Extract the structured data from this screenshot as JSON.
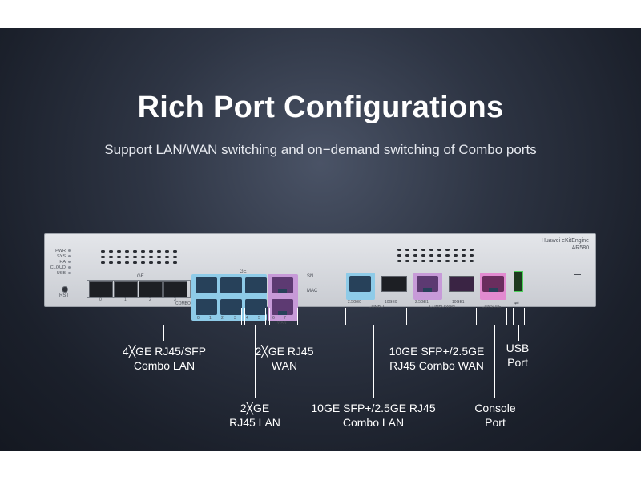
{
  "headline": {
    "title": "Rich Port Configurations",
    "subtitle": "Support LAN/WAN switching and on−demand switching of Combo ports"
  },
  "device": {
    "brand_line1": "Huawei eKitEngine",
    "brand_line2": "AR580",
    "leds": [
      "PWR",
      "SYS",
      "HA",
      "CLOUD",
      "USB"
    ],
    "rst_label": "RST",
    "ge_label_top": "GE",
    "ge_label_sfp": "GE",
    "combo_label_sfp": "COMBO",
    "sfp_numbers": [
      "0",
      "1",
      "2",
      "3"
    ],
    "rj45_numbers": [
      "0",
      "1",
      "2",
      "3",
      "4",
      "5",
      "6",
      "7"
    ],
    "wan_label": "WAN",
    "sn_label": "SN",
    "mac_label": "MAC",
    "port_2_5ge0": "2.5GE0",
    "port_10ge0": "10GE0",
    "combo_label_lan": "COMBO",
    "port_2_5ge1": "2.5GE1",
    "port_10ge1": "10GE1",
    "combo_wan_label": "COMBO WAN",
    "console_label": "CONSOLE",
    "colors": {
      "rj45_lan_zone": "#8ecbe8",
      "rj45_wan_zone": "#c79ad8",
      "console_zone": "#e28ad0",
      "usb_port": "#4bd05a"
    }
  },
  "callouts": {
    "ge_combo_lan": {
      "line1": "4╳GE RJ45/SFP",
      "line2": "Combo LAN"
    },
    "ge_wan": {
      "line1": "2╳GE RJ45",
      "line2": "WAN"
    },
    "ge_lan": {
      "line1": "2╳GE",
      "line2": "RJ45 LAN"
    },
    "tenge_combo_lan": {
      "line1": "10GE SFP+/2.5GE RJ45",
      "line2": "Combo LAN"
    },
    "tenge_combo_wan": {
      "line1": "10GE SFP+/2.5GE",
      "line2": "RJ45 Combo WAN"
    },
    "console": {
      "line1": "Console",
      "line2": "Port"
    },
    "usb": {
      "line1": "USB",
      "line2": "Port"
    }
  }
}
